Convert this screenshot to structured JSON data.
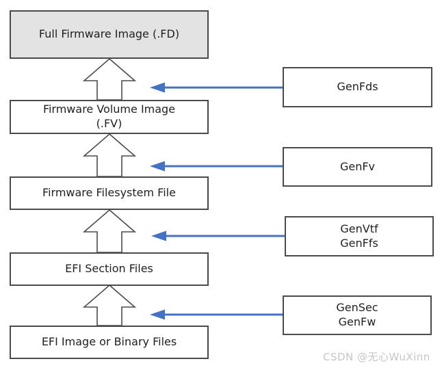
{
  "diagram": {
    "left_boxes": [
      {
        "label": "Full Firmware Image (.FD)"
      },
      {
        "label": "Firmware Volume Image\n(.FV)"
      },
      {
        "label": "Firmware Filesystem File"
      },
      {
        "label": "EFI Section Files"
      },
      {
        "label": "EFI Image or Binary Files"
      }
    ],
    "tool_boxes": [
      {
        "label": "GenFds"
      },
      {
        "label": "GenFv"
      },
      {
        "label": "GenVtf\nGenFfs"
      },
      {
        "label": "GenSec\nGenFw"
      }
    ],
    "colors": {
      "blue_arrow": "#4472c4",
      "box_border": "#4a4a4a",
      "top_box_fill": "#e3e3e3",
      "watermark": "#c6c6c6"
    },
    "watermark_text": "CSDN @无心WuXinn"
  }
}
